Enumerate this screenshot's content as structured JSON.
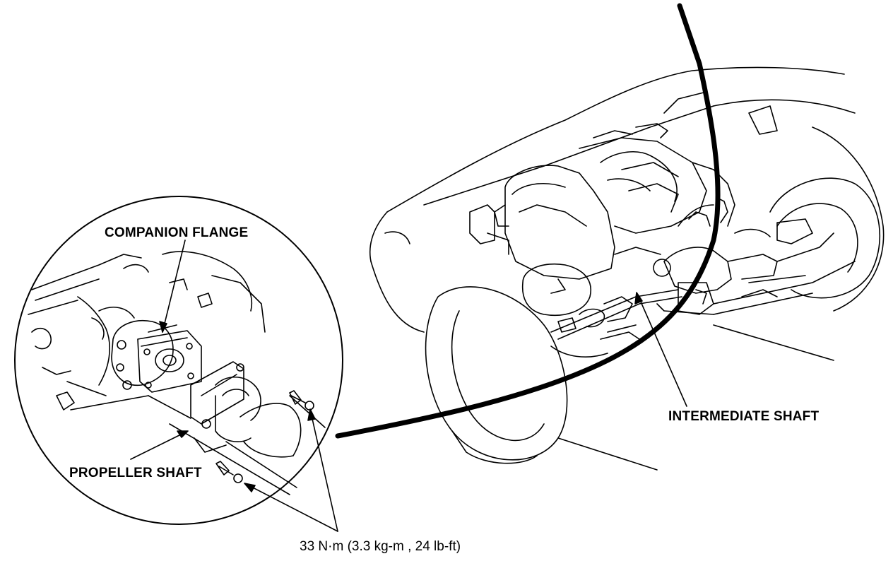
{
  "labels": {
    "companion_flange": "COMPANION FLANGE",
    "propeller_shaft": "PROPELLER SHAFT",
    "intermediate_shaft": "INTERMEDIATE SHAFT",
    "torque_spec": "33  N·m (3.3  kg-m ,  24  lb-ft)"
  }
}
